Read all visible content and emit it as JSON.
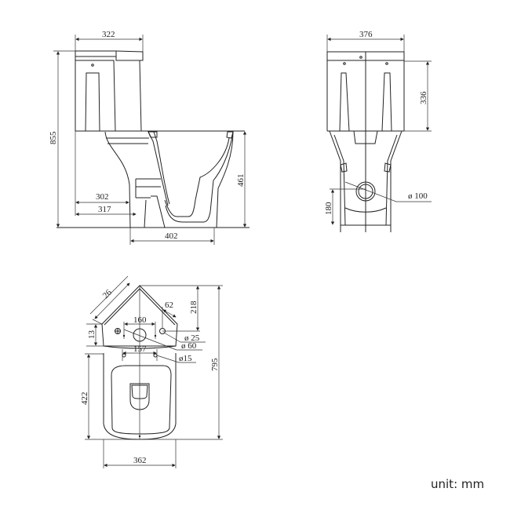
{
  "drawing": {
    "side_view": {
      "tank_width": "322",
      "total_height": "855",
      "bowl_height": "461",
      "outlet_302": "302",
      "outlet_317": "317",
      "base_length": "402"
    },
    "front_view": {
      "width": "376",
      "tank_height": "336",
      "outlet_diameter": "ø 100",
      "outlet_height": "180"
    },
    "top_view": {
      "corner_edge": "26",
      "offset_13": "13",
      "corner_depth": "218",
      "flush_offset": "62",
      "holes_spacing": "160",
      "hole_25": "ø 25",
      "hole_60": "ø 60",
      "fix_spacing": "157",
      "hole_15": "ø15",
      "bowl_length": "422",
      "total_length": "795",
      "bowl_width": "362"
    }
  },
  "unit_label": "unit: mm"
}
